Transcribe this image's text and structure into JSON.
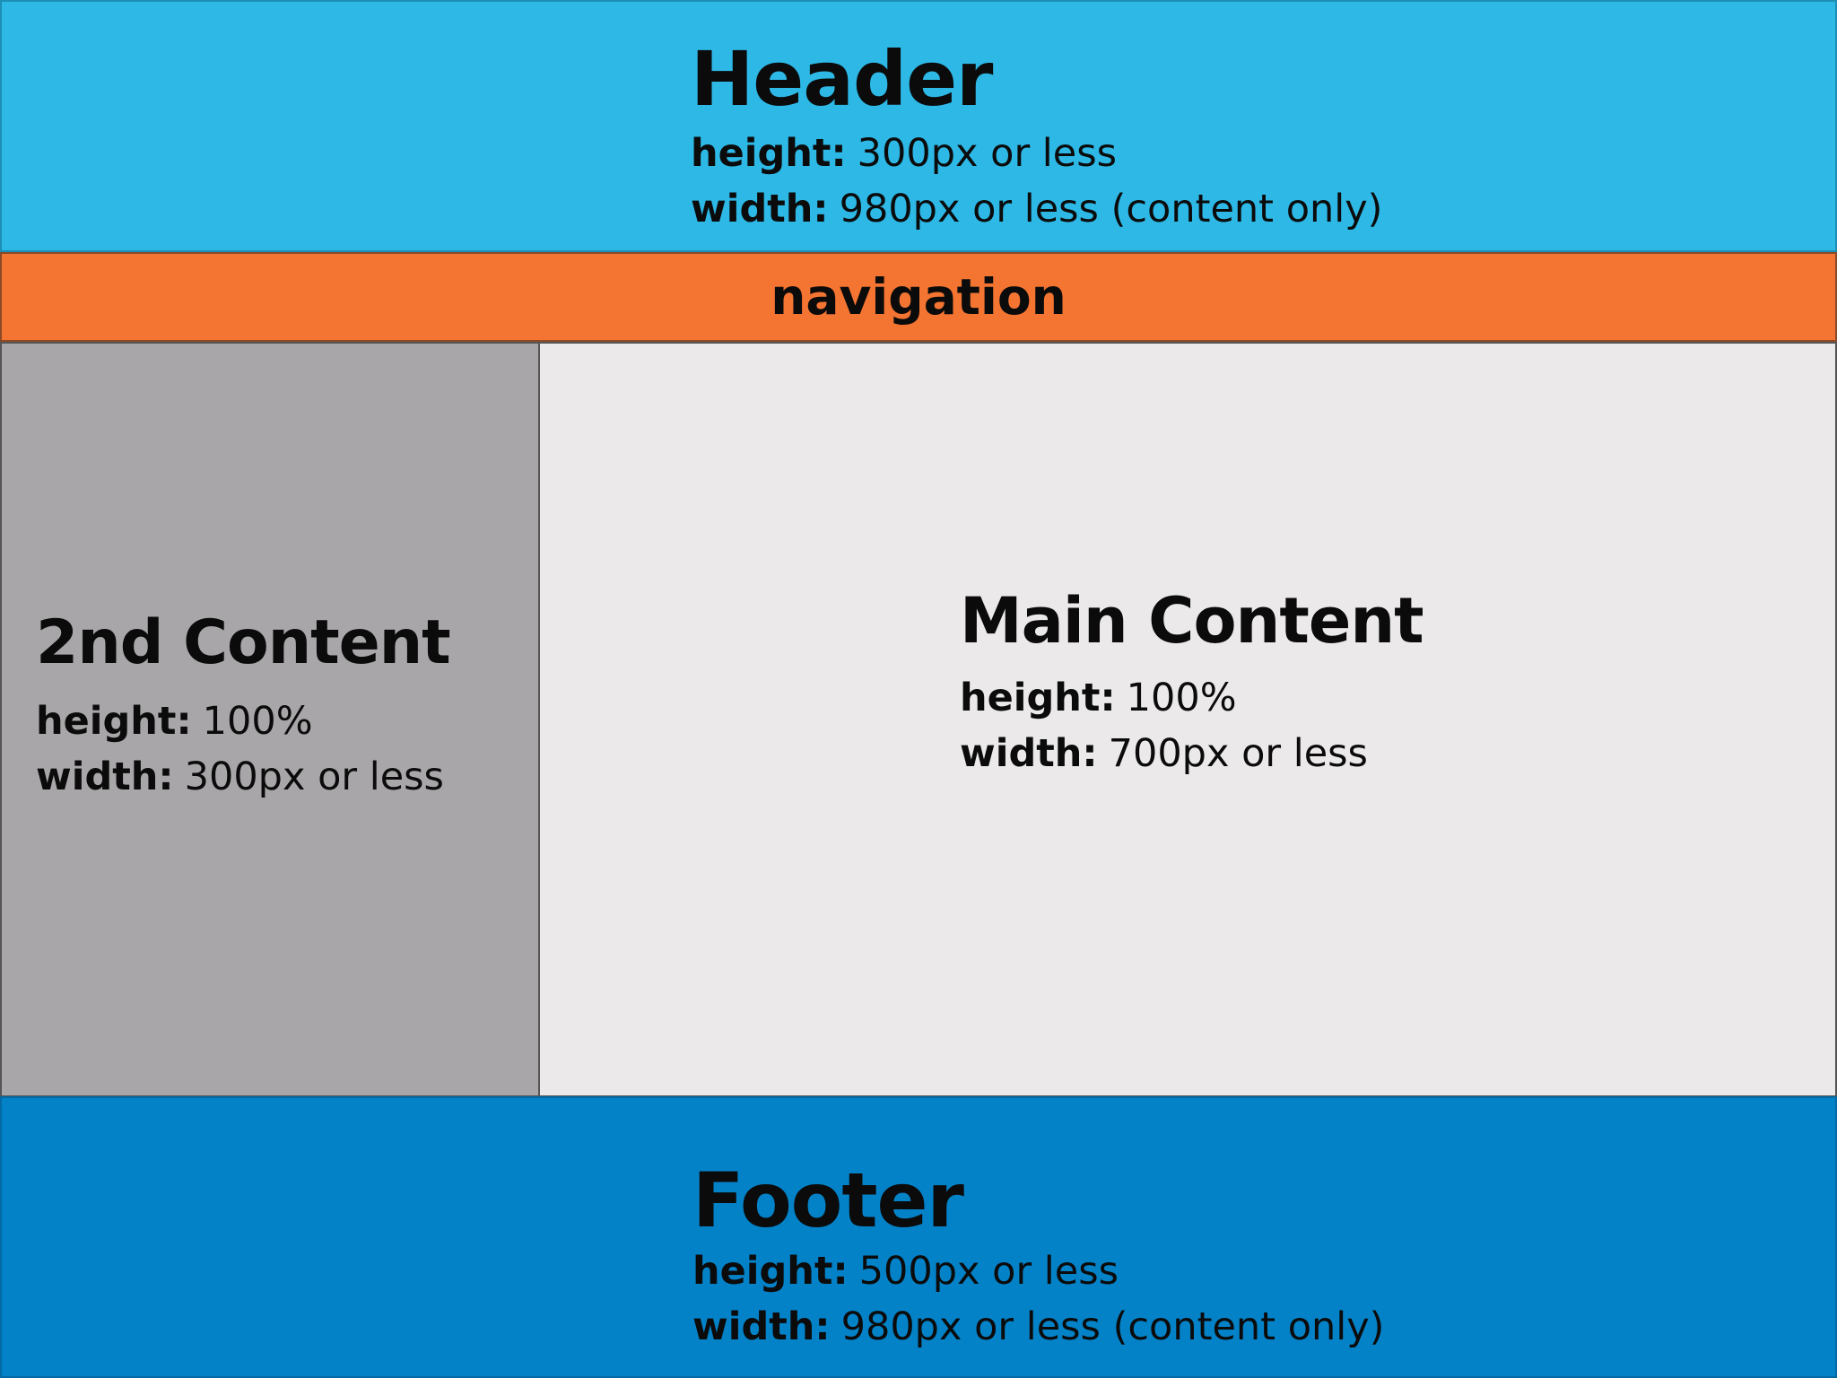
{
  "header": {
    "title": "Header",
    "specs": [
      {
        "label": "height:",
        "value": "300px or less"
      },
      {
        "label": "width:",
        "value": "980px or less (content only)"
      }
    ]
  },
  "navigation": {
    "title": "navigation"
  },
  "sidebar": {
    "title": "2nd Content",
    "specs": [
      {
        "label": "height:",
        "value": "100%"
      },
      {
        "label": "width:",
        "value": "300px or less"
      }
    ]
  },
  "main": {
    "title": "Main Content",
    "specs": [
      {
        "label": "height:",
        "value": "100%"
      },
      {
        "label": "width:",
        "value": "700px or less"
      }
    ]
  },
  "footer": {
    "title": "Footer",
    "specs": [
      {
        "label": "height:",
        "value": "500px or less"
      },
      {
        "label": "width:",
        "value": "980px or less (content only)"
      }
    ]
  },
  "colors": {
    "header": "#2db8e6",
    "navigation": "#f47432",
    "sidebar": "#a8a6a8",
    "main": "#ebe9ea",
    "footer": "#0482c8"
  }
}
